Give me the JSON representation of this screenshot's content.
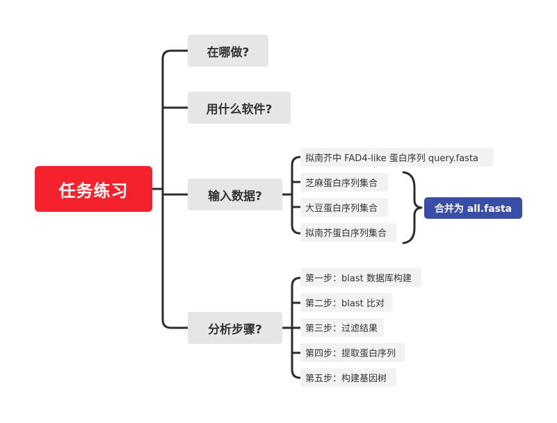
{
  "root": {
    "label": "任务练习"
  },
  "branches": [
    {
      "label": "在哪做?"
    },
    {
      "label": "用什么软件?"
    },
    {
      "label": "输入数据?",
      "children": [
        "拟南芥中 FAD4-like 蛋白序列 query.fasta",
        "芝麻蛋白序列集合",
        "大豆蛋白序列集合",
        "拟南芥蛋白序列集合"
      ],
      "summary": "合并为 all.fasta"
    },
    {
      "label": "分析步骤?",
      "children": [
        "第一步：blast 数据库构建",
        "第二步：blast 比对",
        "第三步：过滤结果",
        "第四步：提取蛋白序列",
        "第五步：构建基因树"
      ]
    }
  ],
  "colors": {
    "root": "#f5222d",
    "summary": "#3b4ea6",
    "branch_bg": "#e6e6e6",
    "leaf_bg": "#f2f2f2",
    "line": "#2b2b2b"
  }
}
